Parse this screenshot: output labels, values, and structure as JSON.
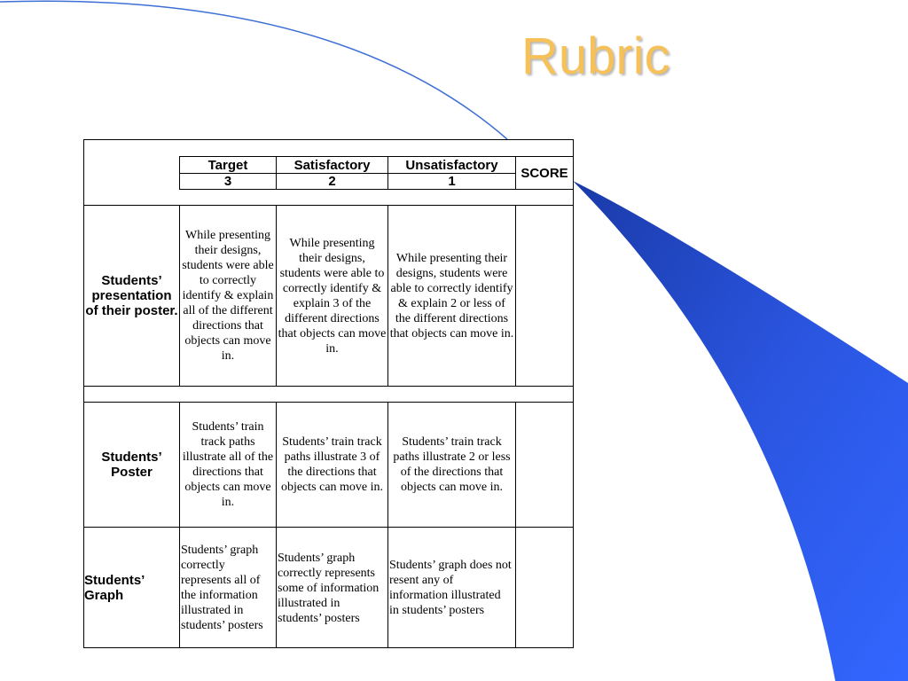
{
  "slide": {
    "title": "Rubric"
  },
  "rubric": {
    "levels": [
      {
        "name": "Target",
        "points": "3"
      },
      {
        "name": "Satisfactory",
        "points": "2"
      },
      {
        "name": "Unsatisfactory",
        "points": "1"
      }
    ],
    "score_label": "SCORE",
    "rows": [
      {
        "label": "Students’ presentation of their poster.",
        "target": "While presenting their designs, students were able to correctly identify & explain all of the different directions that objects can move in.",
        "satisfactory": "While presenting their designs, students were able to correctly identify & explain 3 of the different directions that objects can move in.",
        "unsatisfactory": "While presenting their designs, students were able to correctly identify & explain 2 or less of the different directions that objects can move in.",
        "score": ""
      },
      {
        "label": "Students’ Poster",
        "target": "Students’ train track paths illustrate all of the directions that objects can move in.",
        "satisfactory": "Students’ train track paths illustrate 3 of the directions that objects can move in.",
        "unsatisfactory": "Students’ train track paths illustrate 2 or less of the directions that objects can move in.",
        "score": ""
      },
      {
        "label": "Students’ Graph",
        "target": "Students’ graph correctly represents all of the information illustrated in students’ posters",
        "satisfactory": "Students’ graph correctly represents some of information illustrated in students’ posters",
        "unsatisfactory": "Students’ graph does not resent any of information illustrated in students’ posters",
        "score": ""
      }
    ]
  },
  "colors": {
    "title": "#f7c15a",
    "accent_blue": "#3366ff",
    "accent_dark_blue": "#1a3aa8",
    "arc_line": "#3d6fd6"
  }
}
